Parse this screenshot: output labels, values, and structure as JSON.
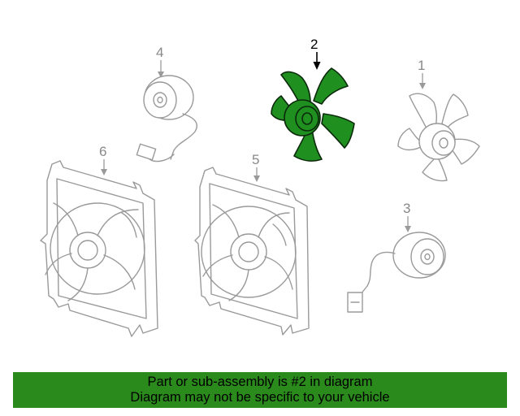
{
  "diagram": {
    "callouts": {
      "part1": "1",
      "part2": "2",
      "part3": "3",
      "part4": "4",
      "part5": "5",
      "part6": "6"
    },
    "highlighted_part": "2",
    "highlight_color": "#2a8a1c"
  },
  "footer": {
    "line1": "Part or sub-assembly is #2 in diagram",
    "line2": "Diagram may not be specific to your vehicle"
  }
}
